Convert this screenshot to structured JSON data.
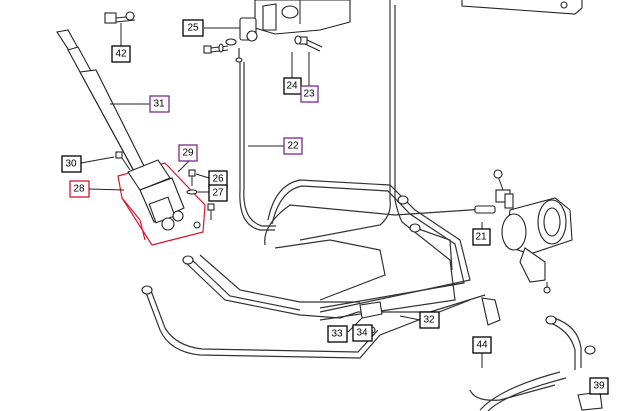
{
  "diagram": {
    "callouts": [
      {
        "id": "c42",
        "label": "42",
        "style": "black"
      },
      {
        "id": "c25",
        "label": "25",
        "style": "black"
      },
      {
        "id": "c24",
        "label": "24",
        "style": "black"
      },
      {
        "id": "c23",
        "label": "23",
        "style": "purple"
      },
      {
        "id": "c31",
        "label": "31",
        "style": "purple"
      },
      {
        "id": "c22",
        "label": "22",
        "style": "purple"
      },
      {
        "id": "c30",
        "label": "30",
        "style": "black"
      },
      {
        "id": "c29",
        "label": "29",
        "style": "purple"
      },
      {
        "id": "c26",
        "label": "26",
        "style": "black"
      },
      {
        "id": "c27",
        "label": "27",
        "style": "black"
      },
      {
        "id": "c28",
        "label": "28",
        "style": "red"
      },
      {
        "id": "c21",
        "label": "21",
        "style": "black"
      },
      {
        "id": "c33",
        "label": "33",
        "style": "black"
      },
      {
        "id": "c34",
        "label": "34",
        "style": "black"
      },
      {
        "id": "c32",
        "label": "32",
        "style": "black"
      },
      {
        "id": "c44",
        "label": "44",
        "style": "black"
      },
      {
        "id": "c39",
        "label": "39",
        "style": "black"
      }
    ],
    "colors": {
      "black": "#000000",
      "purple": "#7a2a8a",
      "red": "#e0142a"
    }
  }
}
